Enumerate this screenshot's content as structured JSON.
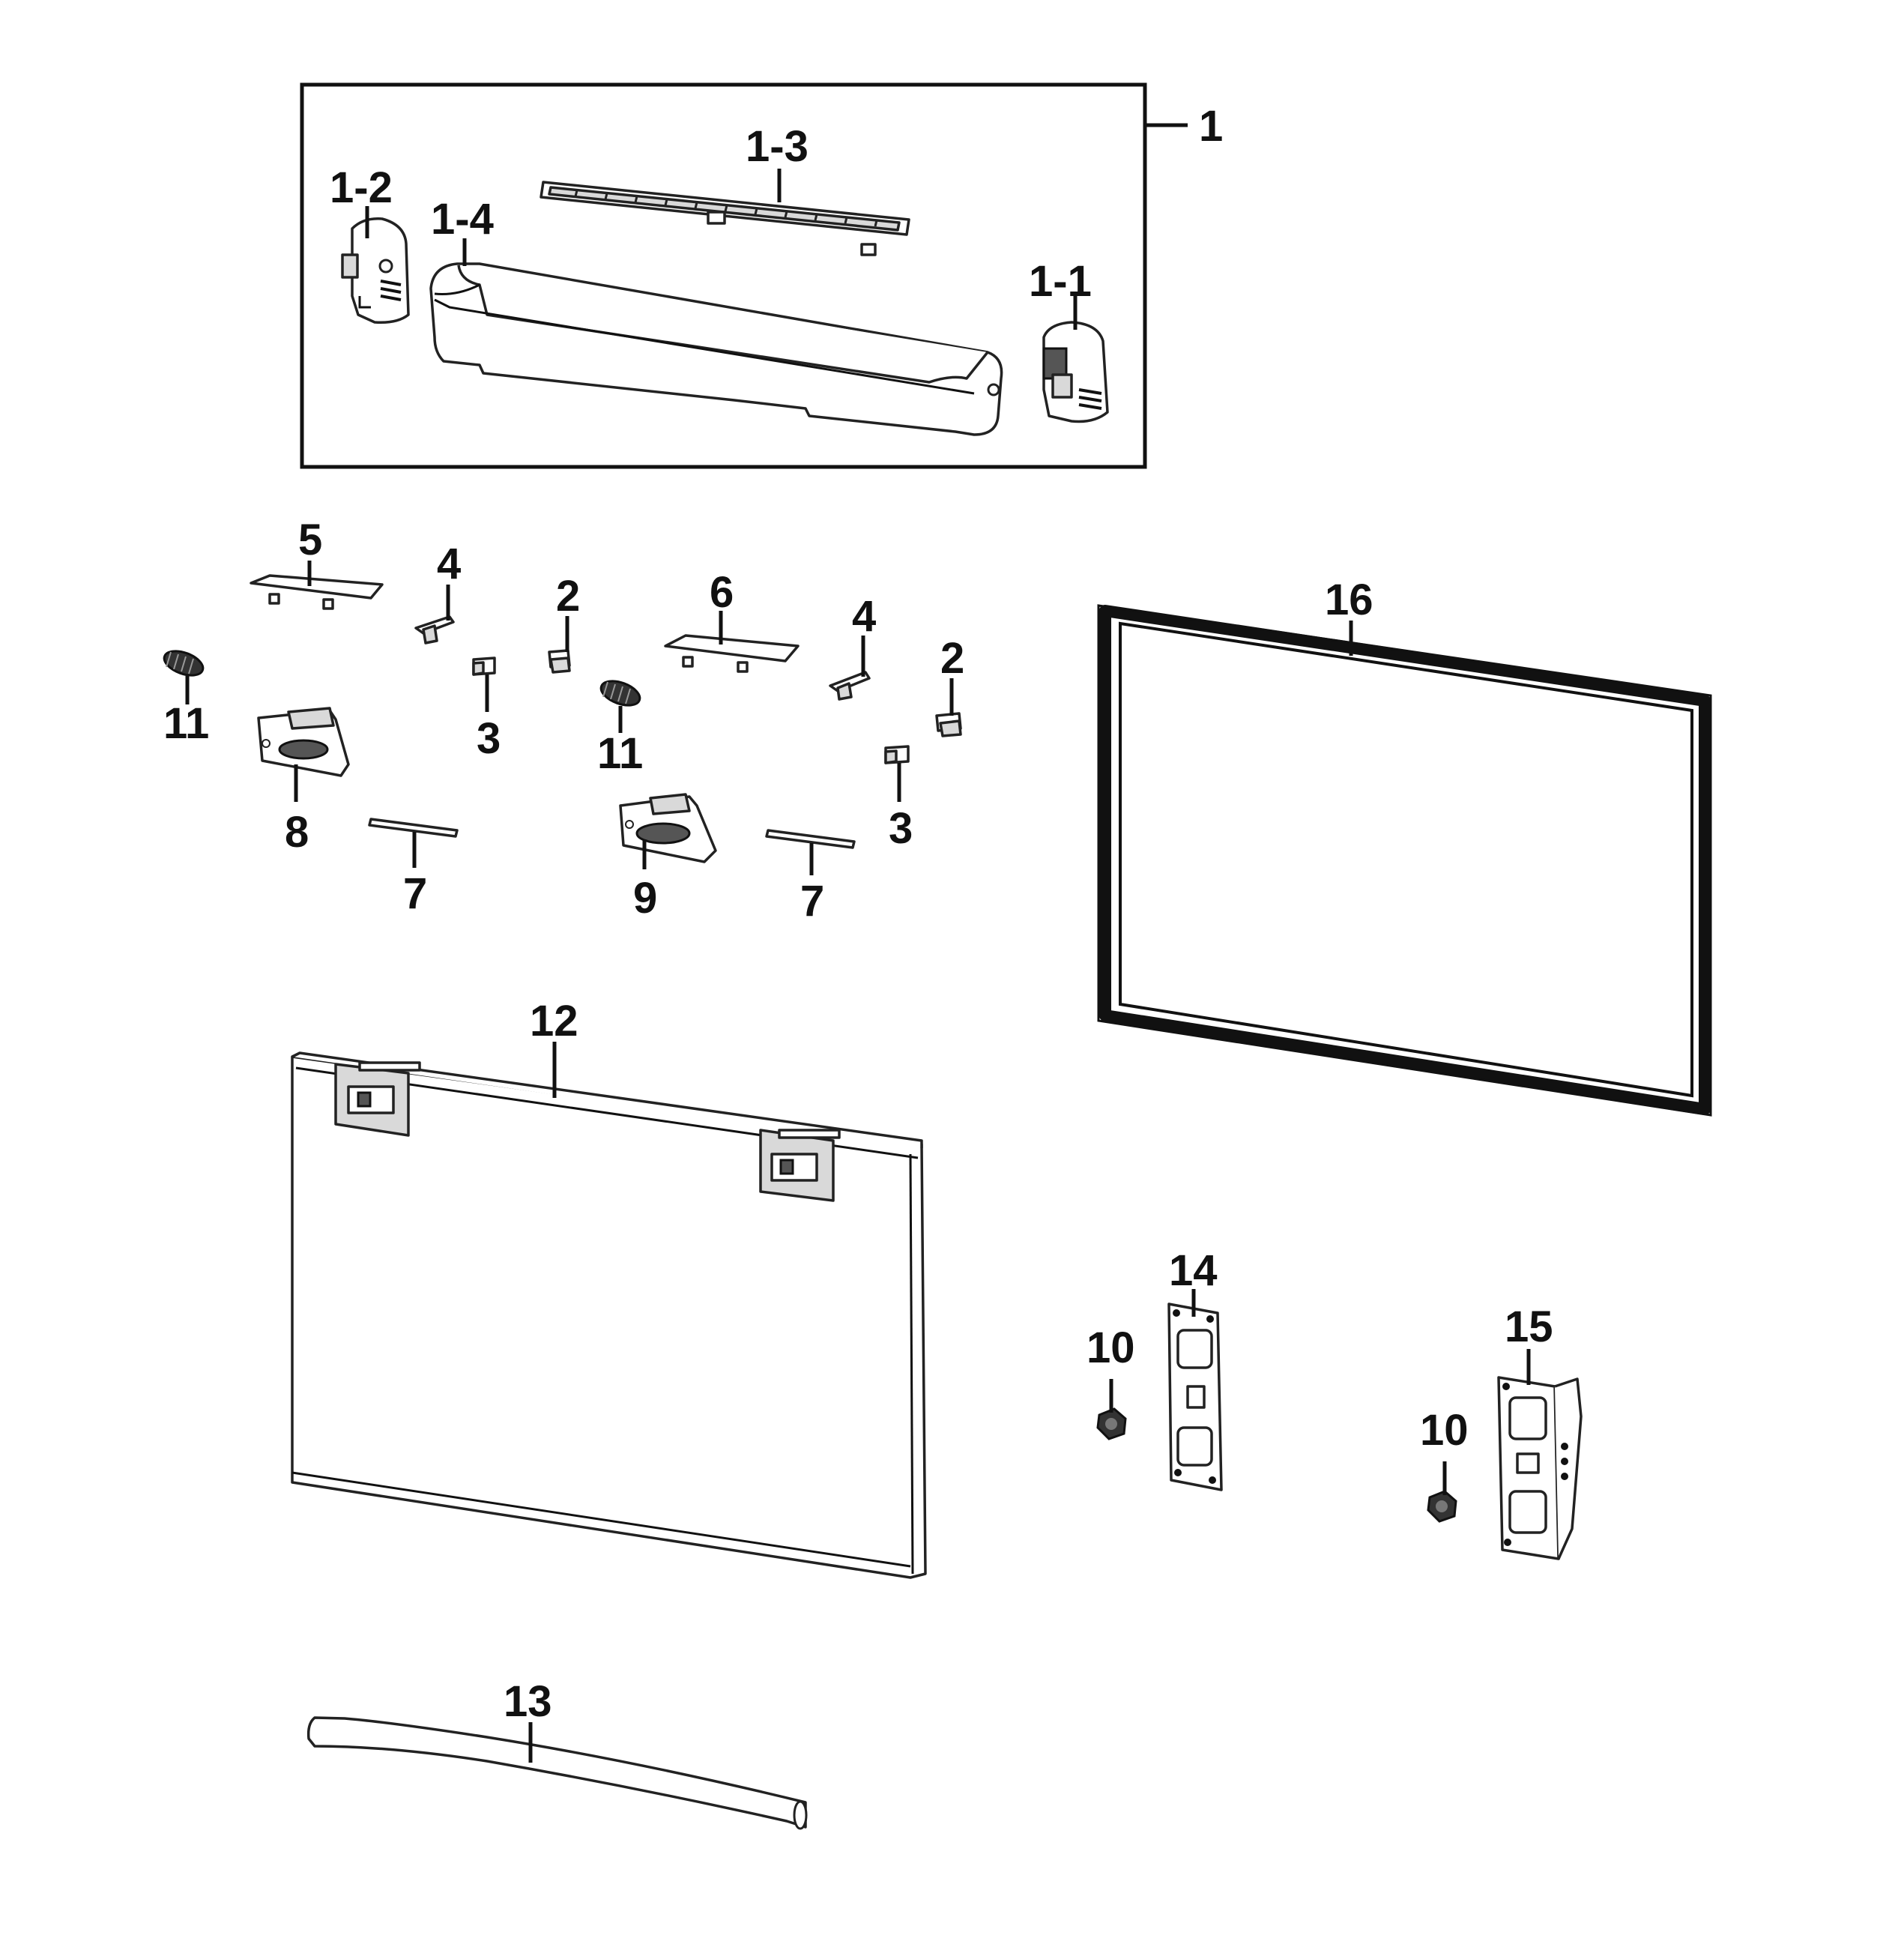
{
  "labels": {
    "l1": "1",
    "l1_1": "1-1",
    "l1_2": "1-2",
    "l1_3": "1-3",
    "l1_4": "1-4",
    "l2a": "2",
    "l2b": "2",
    "l3a": "3",
    "l3b": "3",
    "l4a": "4",
    "l4b": "4",
    "l5": "5",
    "l6": "6",
    "l7a": "7",
    "l7b": "7",
    "l8": "8",
    "l9": "9",
    "l10a": "10",
    "l10b": "10",
    "l11a": "11",
    "l11b": "11",
    "l12": "12",
    "l13": "13",
    "l14": "14",
    "l15": "15",
    "l16": "16"
  }
}
